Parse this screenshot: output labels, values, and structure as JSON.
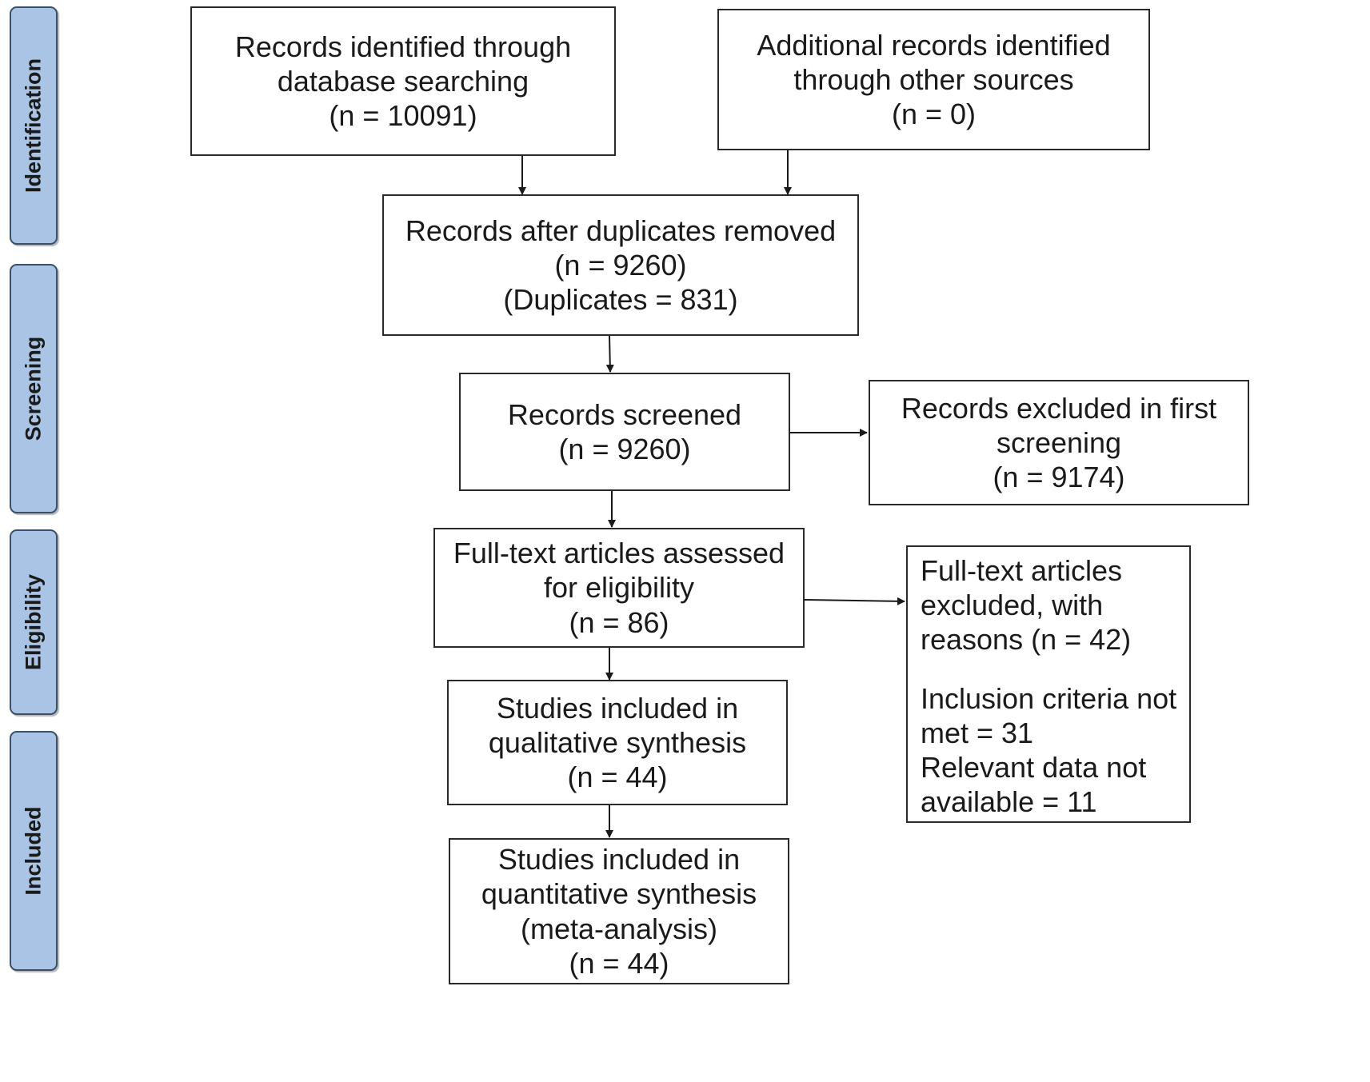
{
  "phases": {
    "identification": "Identification",
    "screening": "Screening",
    "eligibility": "Eligibility",
    "included": "Included"
  },
  "boxes": {
    "database": [
      "Records identified through",
      "database searching",
      "(n = 10091)"
    ],
    "other_sources": [
      "Additional records identified",
      "through other sources",
      "(n = 0)"
    ],
    "duplicates_removed": [
      "Records after duplicates removed",
      "(n = 9260)",
      "(Duplicates = 831)"
    ],
    "screened": [
      "Records screened",
      "(n = 9260)"
    ],
    "excluded_first": [
      "Records excluded in first",
      "screening",
      "(n = 9174)"
    ],
    "fulltext_assessed": [
      "Full-text articles assessed",
      "for eligibility",
      "(n = 86)"
    ],
    "fulltext_excluded": [
      "Full-text articles",
      "excluded, with",
      "reasons (n = 42)"
    ],
    "exclusion_reasons": [
      "Inclusion criteria not",
      "met = 31",
      "Relevant data not",
      "available = 11"
    ],
    "qualitative": [
      "Studies included in",
      "qualitative synthesis",
      "(n = 44)"
    ],
    "quantitative": [
      "Studies included in",
      "quantitative synthesis",
      "(meta-analysis)",
      "(n = 44)"
    ]
  },
  "colors": {
    "phase_fill": "#a9c4e4",
    "phase_border": "#3b4f66",
    "box_border": "#2a2a2a",
    "arrow": "#1a1a1a"
  }
}
